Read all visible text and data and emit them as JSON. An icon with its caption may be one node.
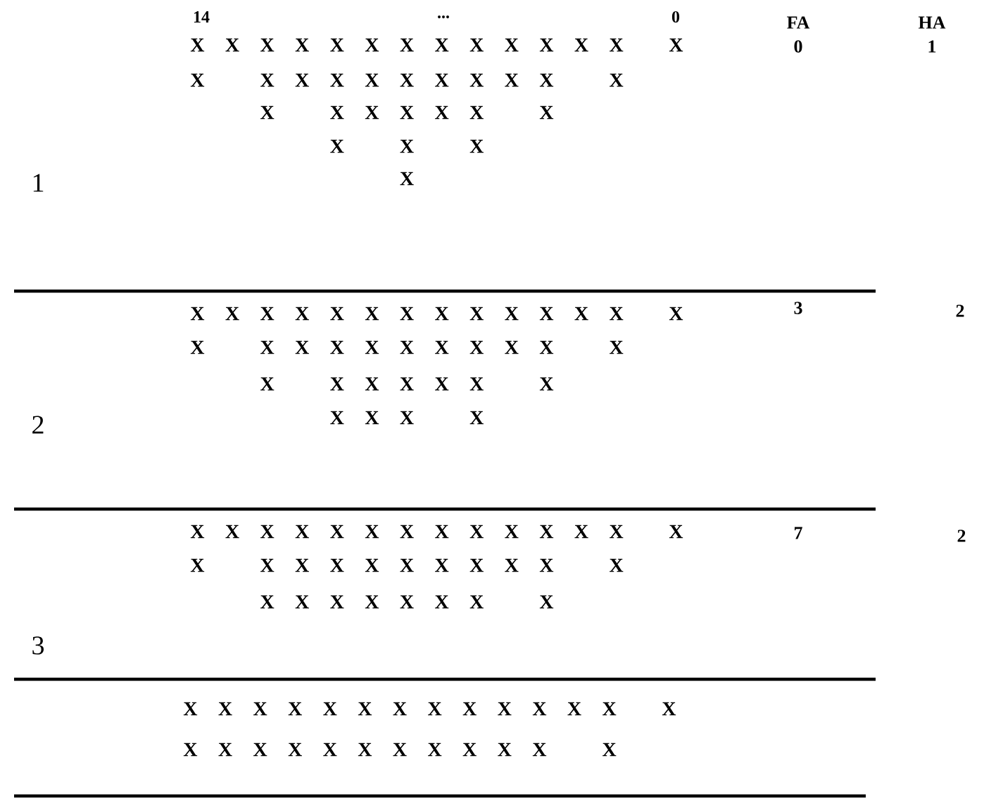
{
  "diagram": {
    "labels": [
      "14",
      "...",
      "0",
      "FA",
      "HA",
      "X X X X X X X X X X X X X",
      "X",
      "0",
      "1",
      "X",
      "X X X X X X X X X",
      "X",
      "X",
      "X X X X X",
      "X",
      "X",
      "X",
      "X",
      "1",
      "X",
      "X X X X X X X X X X X X X",
      "X",
      "3",
      "2",
      "X",
      "X X X X X X X X X",
      "X",
      "X",
      "X X X X X",
      "X",
      "2",
      "X X X",
      "X",
      "X X X X X X X X X X X X X",
      "X",
      "7",
      "2",
      "X",
      "X X X X X X X X X",
      "X",
      "X X X X X X X",
      "X",
      "3",
      "X X X X X X X X X X X X X",
      "X",
      "X X X X X X X X X X X",
      "X"
    ]
  }
}
